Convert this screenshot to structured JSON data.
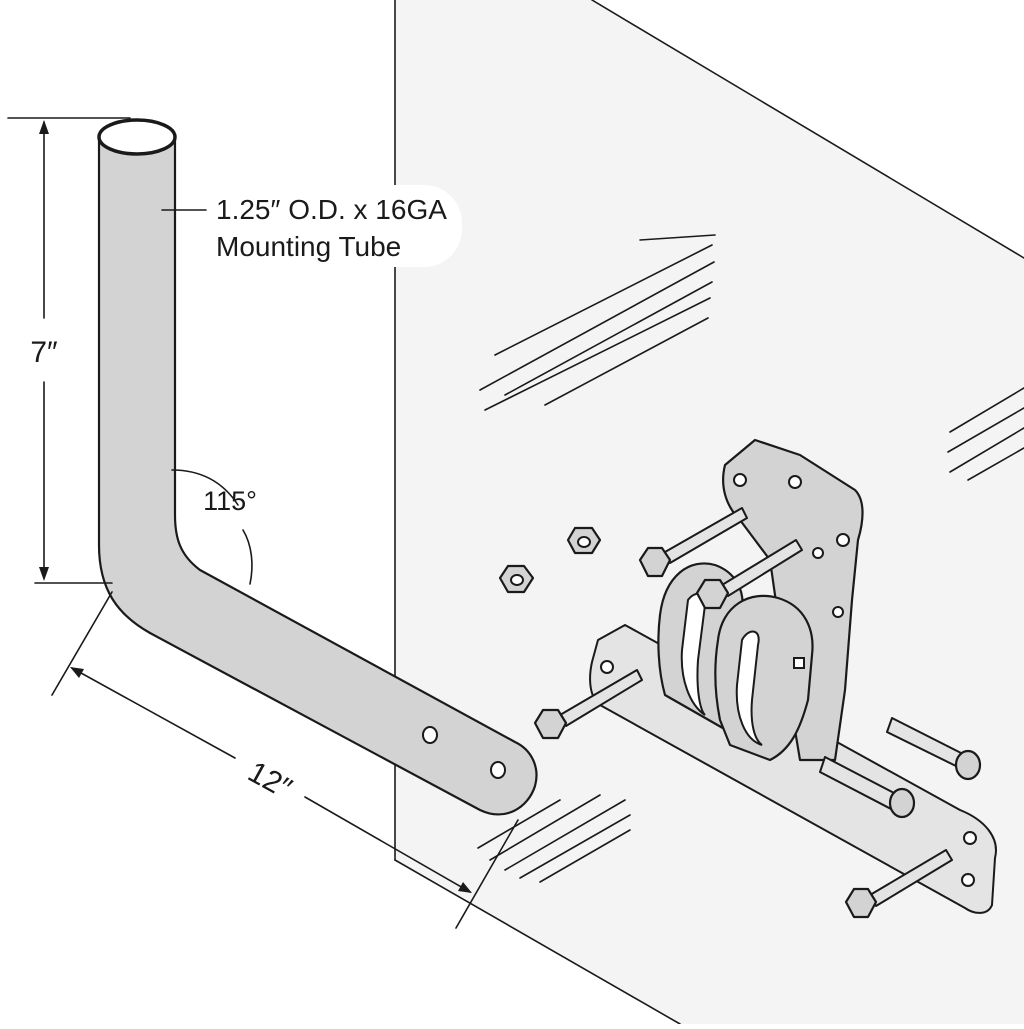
{
  "diagram": {
    "tube_label": {
      "line1": "1.25″ O.D. x 16GA",
      "line2": "Mounting Tube"
    },
    "dimensions": {
      "height": "7″",
      "length": "12″",
      "angle": "115°"
    }
  }
}
